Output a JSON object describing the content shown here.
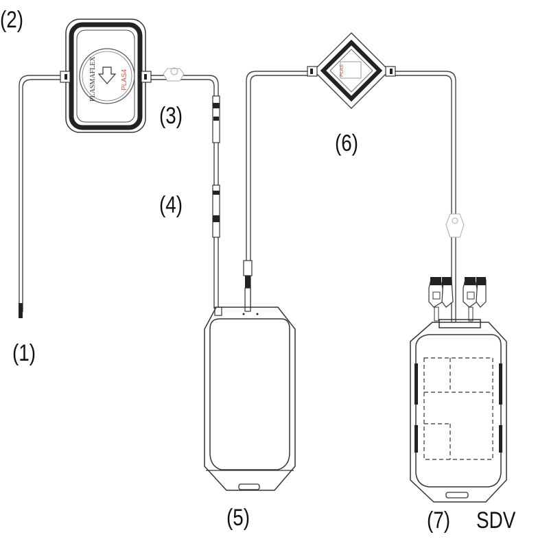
{
  "labels": {
    "n1": "(1)",
    "n2": "(2)",
    "n3": "(3)",
    "n4": "(4)",
    "n5": "(5)",
    "n6": "(6)",
    "n7": "(7)",
    "sdv": "SDV"
  },
  "filter_text": {
    "brand": "PLASMAFLEX",
    "model": "PLAS4"
  },
  "colors": {
    "line": "#333333",
    "accent": "#e0502a"
  }
}
